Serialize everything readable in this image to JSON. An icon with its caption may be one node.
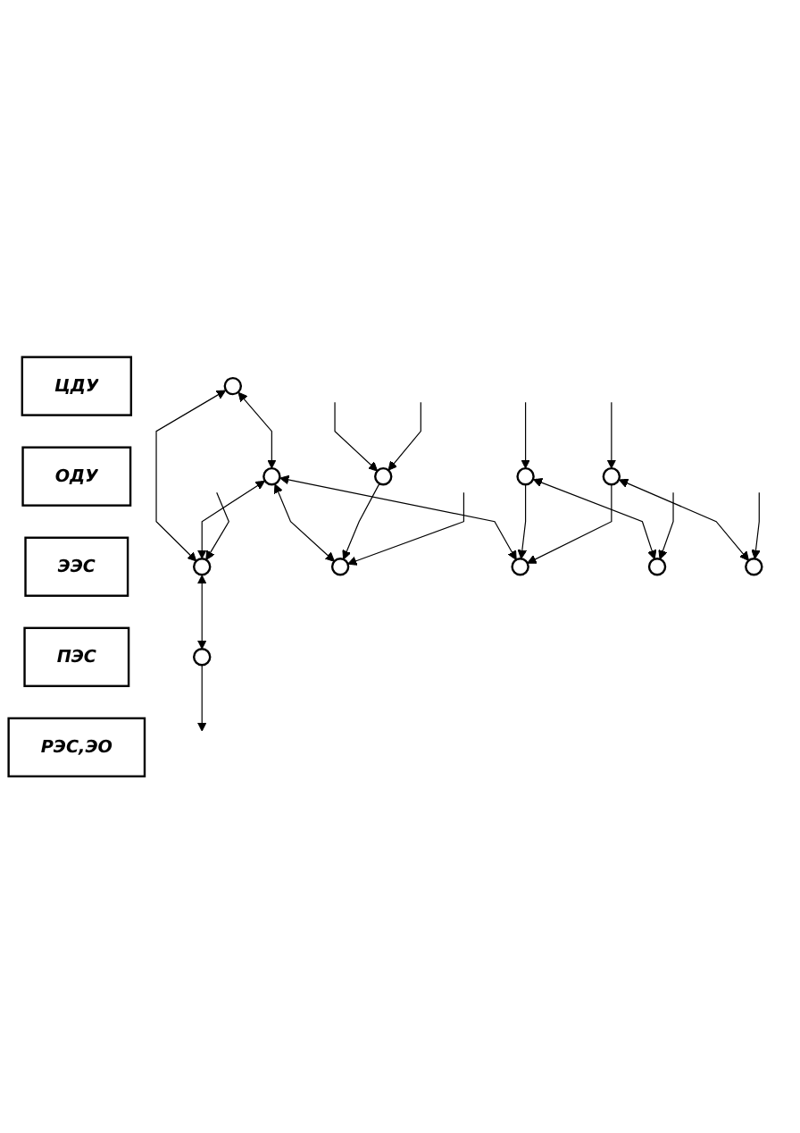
{
  "diagram": {
    "nodes": [
      {
        "text": [
          "ЦДУ"
        ]
      },
      {
        "text": [
          "ОДУ"
        ]
      },
      {
        "text": [
          "ЭЭС"
        ]
      },
      {
        "text": [
          "ПЭС"
        ]
      },
      {
        "text": [
          "РЭС,ЭО"
        ]
      },
      {
        "text": [],
        "shape": "circle"
      },
      {
        "text": [],
        "shape": "circle"
      },
      {
        "text": [],
        "shape": "circle"
      },
      {
        "text": [],
        "shape": "circle"
      },
      {
        "text": [],
        "shape": "circle"
      },
      {
        "text": [],
        "shape": "circle"
      },
      {
        "text": [],
        "shape": "circle"
      },
      {
        "text": [],
        "shape": "circle"
      },
      {
        "text": [],
        "shape": "circle"
      },
      {
        "text": [],
        "shape": "circle"
      },
      {
        "text": [],
        "shape": "circle"
      }
    ],
    "edges": [
      {
        "from": 5,
        "to": 6,
        "arrow": "both"
      },
      {
        "from": 5,
        "to": 7,
        "arrow": "both"
      },
      {
        "from": 6,
        "to": 7,
        "arrow": "both"
      },
      {
        "from": 6,
        "to": 8,
        "arrow": "both"
      },
      {
        "from": 6,
        "to": 9,
        "arrow": "both"
      },
      {
        "from": null,
        "to": 7,
        "arrow": "to"
      },
      {
        "from": 7,
        "to": 15,
        "arrow": "both"
      },
      {
        "from": 10,
        "to": 8,
        "arrow": "to"
      },
      {
        "from": null,
        "to": 8,
        "arrow": "to"
      },
      {
        "from": 11,
        "to": 9,
        "arrow": "to"
      },
      {
        "from": 12,
        "to": 9,
        "arrow": "to"
      },
      {
        "from": null,
        "to": 10,
        "arrow": "to"
      },
      {
        "from": null,
        "to": 10,
        "arrow": "to"
      },
      {
        "from": 11,
        "to": 13,
        "arrow": "both"
      },
      {
        "from": null,
        "to": 11,
        "arrow": "to"
      },
      {
        "from": null,
        "to": 12,
        "arrow": "to"
      },
      {
        "from": 12,
        "to": 14,
        "arrow": "both"
      },
      {
        "from": null,
        "to": 13,
        "arrow": "to"
      },
      {
        "from": null,
        "to": 14,
        "arrow": "to"
      },
      {
        "from": 15,
        "to": null,
        "arrow": "to"
      }
    ]
  }
}
